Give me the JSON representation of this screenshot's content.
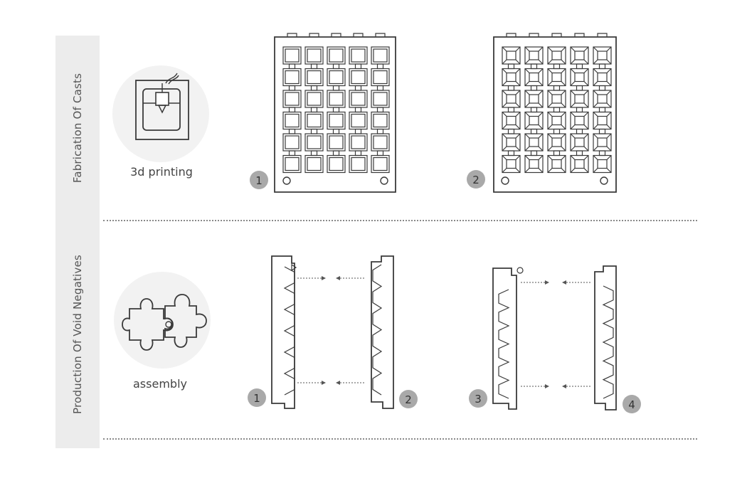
{
  "sections": [
    {
      "title": "Fabrication Of Casts",
      "caption": "3d printing",
      "icon": "3d-printer-icon",
      "steps": [
        "1",
        "2"
      ]
    },
    {
      "title": "Production Of Void Negatives",
      "caption": "assembly",
      "icon": "puzzle-icon",
      "steps": [
        "1",
        "2",
        "3",
        "4"
      ]
    }
  ],
  "colors": {
    "line": "#3a3a3a",
    "badge": "#a9a9a9",
    "circle": "#f2f2f2",
    "sidebar": "#ececec",
    "dots": "#8a8a8a"
  }
}
